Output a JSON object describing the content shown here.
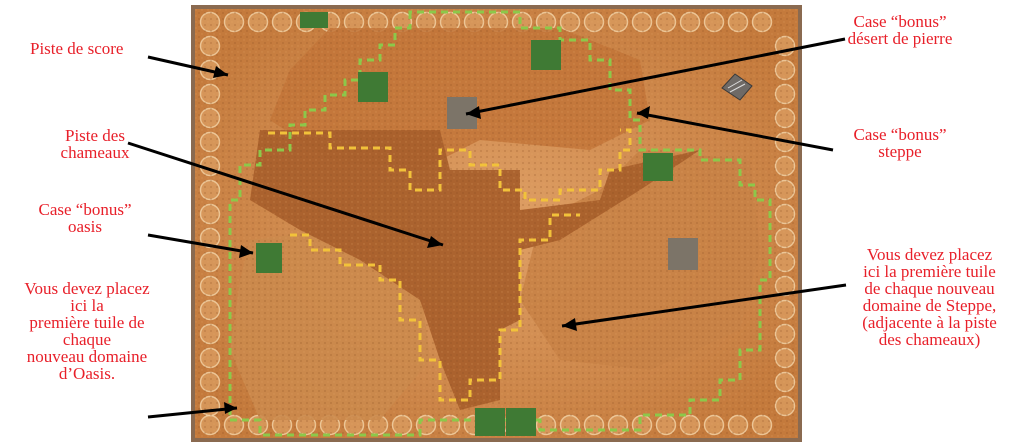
{
  "colors": {
    "label_text": "#e8202a",
    "arrow": "#000000",
    "board_border": "#8a6a50",
    "score_track": "#c9844a",
    "sand": "#cf8240",
    "rock_desert": "#a45a2a",
    "camel_track": "#b46a36",
    "steppe": "#d49456",
    "oasis_green": "#3f7a34",
    "oasis_dash": "#8cc84a",
    "camel_dash": "#f2c23a",
    "stone_tile": "#7c7468"
  },
  "board": {
    "icons": [
      "score-token-icon",
      "stone-desert-bonus-icon",
      "oasis-bonus-icon",
      "tent-icon"
    ]
  },
  "labels": {
    "score_track": "Piste de score",
    "camel_track": "Piste des\nchameaux",
    "oasis_bonus": "Case “bonus”\noasis",
    "oasis_placement": "Vous devez placez\nici la\npremière tuile de\nchaque\nnouveau domaine\nd’Oasis.",
    "stone_desert_bonus": "Case “bonus”\ndésert de pierre",
    "steppe_bonus": "Case “bonus”\nsteppe",
    "steppe_placement": "Vous devez placez\nici la première tuile\nde chaque nouveau\ndomaine de Steppe,\n(adjacente à la piste\ndes chameaux)"
  }
}
